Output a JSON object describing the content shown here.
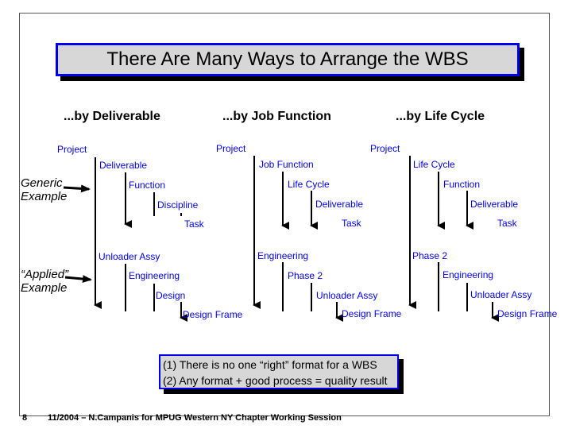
{
  "title": "There Are Many Ways to Arrange the WBS",
  "columns": {
    "deliverable": "...by Deliverable",
    "job_function": "...by Job Function",
    "life_cycle": "...by Life Cycle"
  },
  "row_labels": {
    "generic": [
      "Generic",
      "Example"
    ],
    "applied": [
      "“Applied”",
      "Example"
    ]
  },
  "tree1": {
    "root": "Project",
    "generic": [
      "Deliverable",
      "Function",
      "Discipline",
      "Task"
    ],
    "applied": [
      "Unloader Assy",
      "Engineering",
      "Design",
      "Design Frame"
    ]
  },
  "tree2": {
    "root": "Project",
    "generic": [
      "Job Function",
      "Life Cycle",
      "Deliverable",
      "Task"
    ],
    "applied": [
      "Engineering",
      "Phase 2",
      "Unloader Assy",
      "Design Frame"
    ]
  },
  "tree3": {
    "root": "Project",
    "generic": [
      "Life Cycle",
      "Function",
      "Deliverable",
      "Task"
    ],
    "applied": [
      "Phase 2",
      "Engineering",
      "Unloader Assy",
      "Design Frame"
    ]
  },
  "note": [
    "(1) There is no one “right” format for a WBS",
    "(2) Any format + good process = quality result"
  ],
  "footer": {
    "page_number": "8",
    "text": "11/2004 – N.Campanis for MPUG Western NY Chapter Working Session"
  },
  "colors": {
    "accent_blue": "#0000ee",
    "node_text": "#0000ff",
    "box_fill": "#d7d7d7"
  }
}
